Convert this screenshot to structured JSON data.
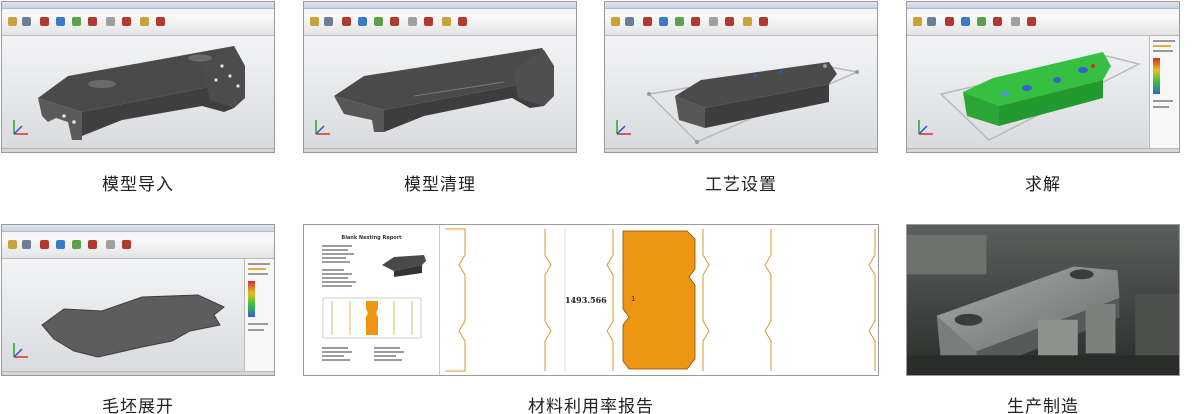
{
  "captions": {
    "import": "模型导入",
    "cleanup": "模型清理",
    "process_setup": "工艺设置",
    "solve": "求解",
    "unfold": "毛坯展开",
    "report": "材料利用率报告",
    "production": "生产制造"
  },
  "report": {
    "title": "Blank Nesting Report",
    "dimension_label": "1493.566",
    "part_number": "1"
  },
  "colors": {
    "model_gray": "#4f4f4f",
    "result_green": "#2dbf3a",
    "nest_orange": "#ee9511",
    "nest_outline": "#d89a2a",
    "photo_bg": "#3a3d3a"
  },
  "icons": [
    "axis-triad-icon",
    "ribbon-tool-icon"
  ]
}
